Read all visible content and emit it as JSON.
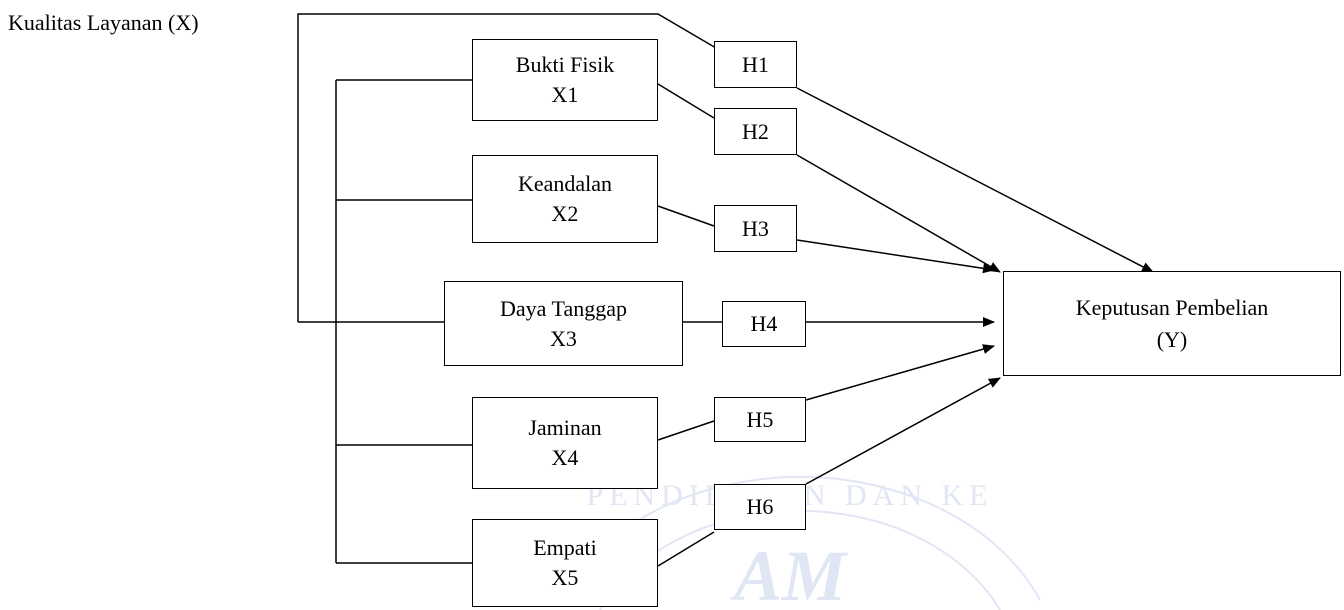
{
  "root": {
    "label": "Kualitas Layanan (X)"
  },
  "dimensions": [
    {
      "id": "x1",
      "name": "Bukti Fisik",
      "code": "X1"
    },
    {
      "id": "x2",
      "name": "Keandalan",
      "code": "X2"
    },
    {
      "id": "x3",
      "name": "Daya Tanggap",
      "code": "X3"
    },
    {
      "id": "x4",
      "name": "Jaminan",
      "code": "X4"
    },
    {
      "id": "x5",
      "name": "Empati",
      "code": "X5"
    }
  ],
  "hypotheses": [
    "H1",
    "H2",
    "H3",
    "H4",
    "H5",
    "H6"
  ],
  "outcome": {
    "name": "Keputusan Pembelian",
    "code": "(Y)"
  },
  "watermark": {
    "text_top": "PENDIDIKAN DAN KE",
    "text_center": "AM",
    "color": "#c9d3ee"
  }
}
